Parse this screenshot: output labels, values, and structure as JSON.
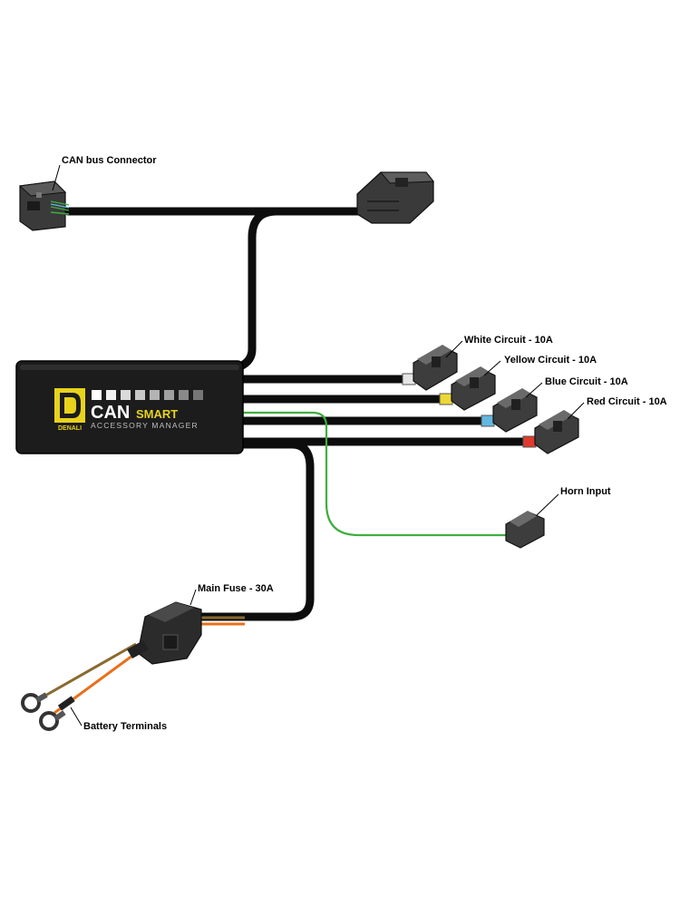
{
  "product": {
    "brand_main": "CAN",
    "brand_secondary": "SMART",
    "subtitle": "ACCESSORY MANAGER",
    "logo_text": "DENALI"
  },
  "labels": {
    "can_bus": "CAN bus Connector",
    "white_circuit": "White Circuit - 10A",
    "yellow_circuit": "Yellow Circuit - 10A",
    "blue_circuit": "Blue Circuit - 10A",
    "red_circuit": "Red Circuit - 10A",
    "horn_input": "Horn Input",
    "main_fuse": "Main Fuse - 30A",
    "battery_terminals": "Battery Terminals"
  },
  "colors": {
    "cable": "#0d0d0d",
    "module": "#1c1c1c",
    "brand_yellow": "#e8d21c",
    "wire_green": "#3fae3f",
    "wire_orange": "#e8701a",
    "wire_brown": "#8a6a2e",
    "pin_white": "#e6e6e6",
    "pin_yellow": "#ecd835",
    "pin_blue": "#63b8e0",
    "pin_red": "#e03a2e"
  }
}
